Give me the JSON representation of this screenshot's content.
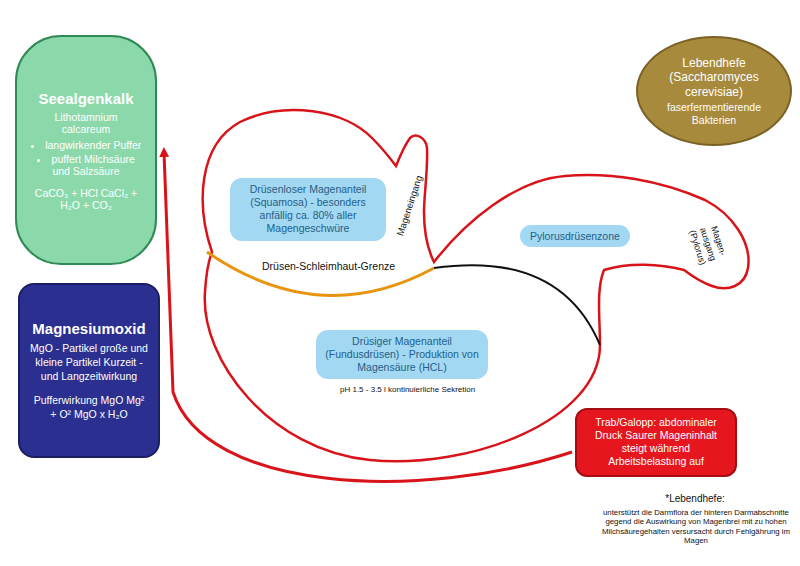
{
  "diagram": {
    "nodes": [
      {
        "text": [
          "Seealgenkalk",
          "Lithotamnium calcareum",
          "langwirkender Puffer",
          "puffert Milchsäure und Salzsäure",
          "CaCO₃ + HCl CaCl₂ + H₂O + CO₂"
        ]
      },
      {
        "text": [
          "Lebendhefe (Saccharomyces cerevisiae)",
          "faserfermentierende Bakterien"
        ]
      },
      {
        "text": [
          "Drüsenloser Magenanteil (Squamosa) - besonders anfällig ca. 80% aller Magengeschwüre"
        ]
      },
      {
        "text": [
          "Pylorusdrüsenzone"
        ]
      },
      {
        "text": [
          "Magnesiumoxid",
          "MgO - Partikel große und kleine Partikel Kurzeit - und Langzeitwirkung",
          "Pufferwirkung MgO Mg² + O² MgO x H₂O"
        ]
      },
      {
        "text": [
          "Drüsiger Magenanteil (Fundusdrüsen) - Produktion von Magensäure (HCL)"
        ]
      },
      {
        "text": [
          "Trab/Galopp: abdominaler Druck Saurer Mageninhalt steigt während Arbeitsbelastung auf"
        ]
      }
    ],
    "labels": [
      "Mageneingang",
      "Drüsen-Schleimhaut-Grenze",
      "Magen- ausgang (Pylorus)",
      "pH 1.5 - 3.5 l kontinuierliche Sekretion",
      "*Lebendhefe:",
      "unterstützt die Darmflora der hinteren Darmabschnitte gegend die Auswirkung von Magenbrei mit zu hohen Milchsäuregehalten versursacht durch Fehlgährung im Magen"
    ]
  }
}
